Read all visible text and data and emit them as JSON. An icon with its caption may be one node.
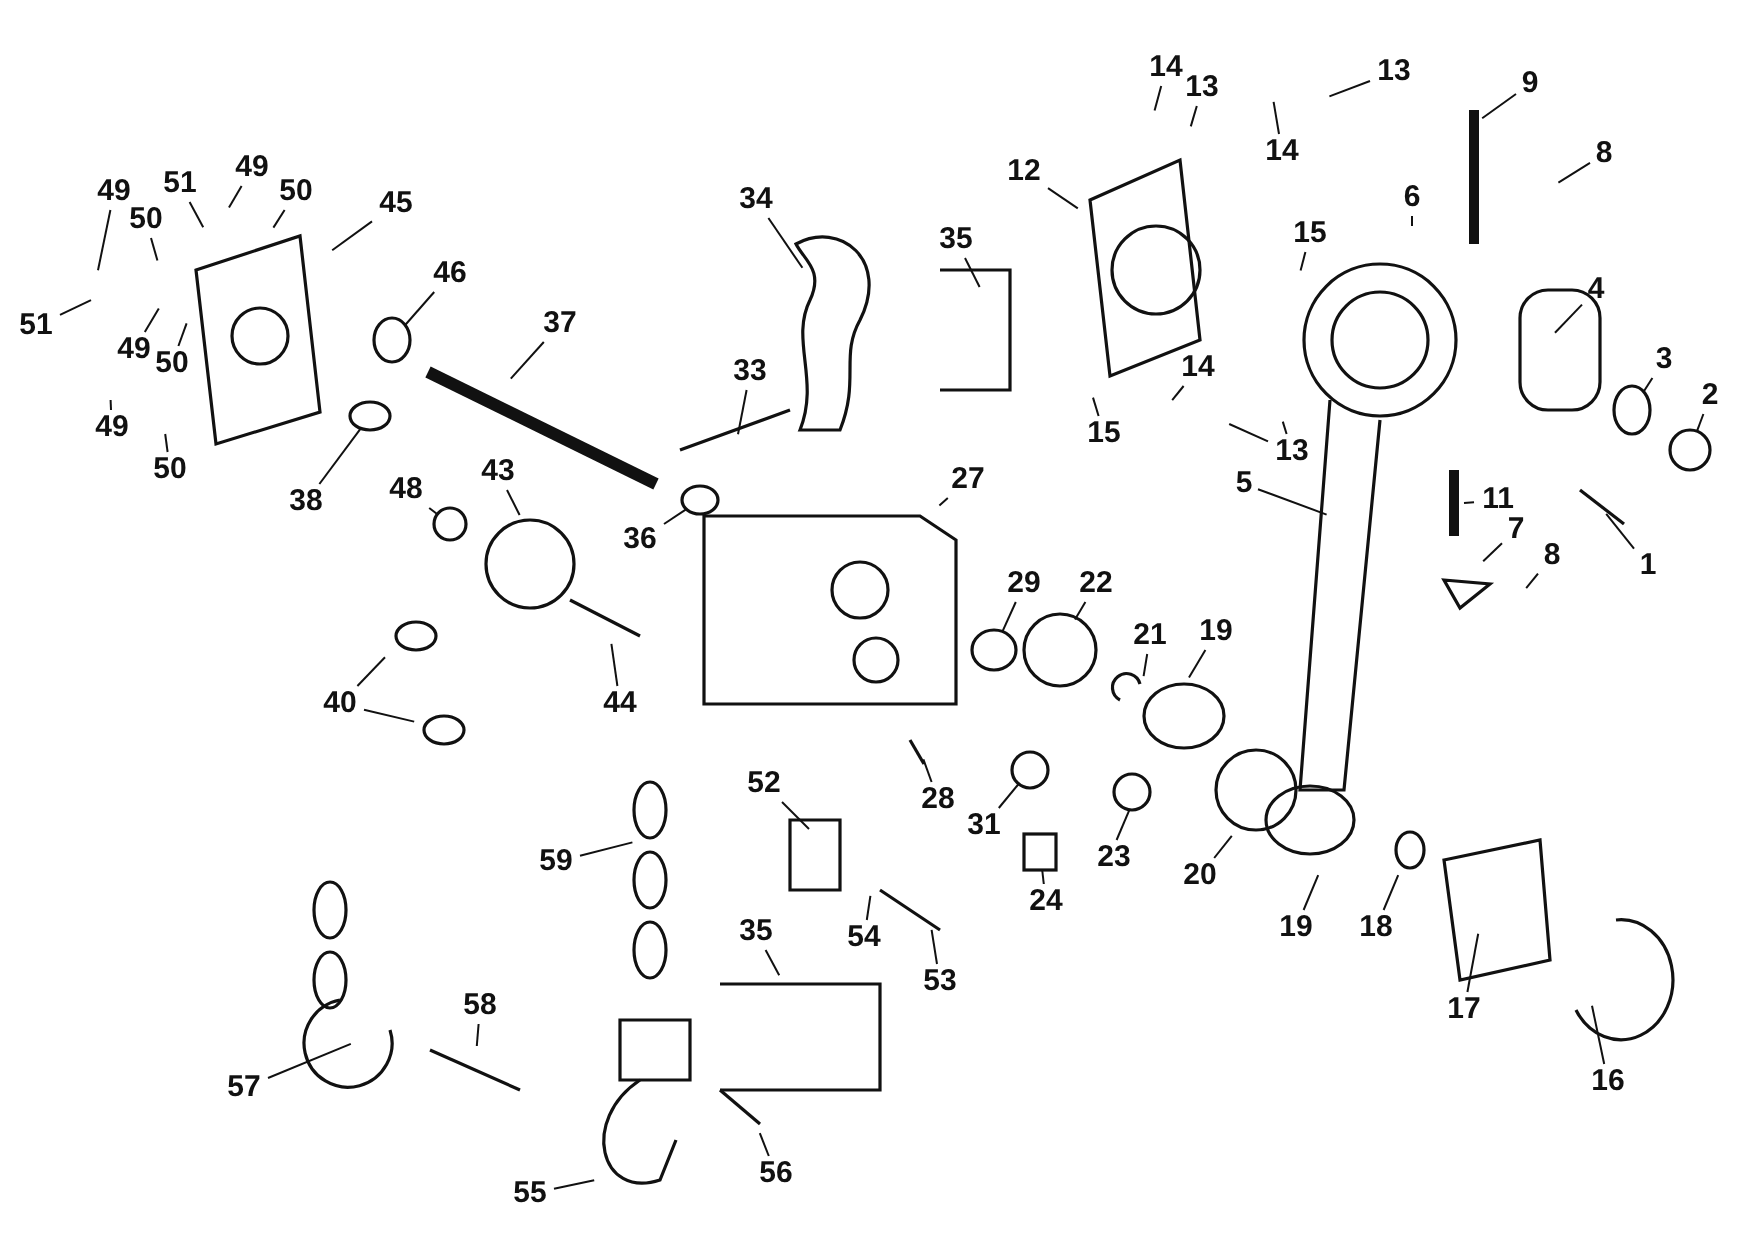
{
  "diagram": {
    "nodes": [
      {
        "text": [
          "49"
        ]
      },
      {
        "text": [
          "50"
        ]
      },
      {
        "text": [
          "51"
        ]
      },
      {
        "text": [
          "49"
        ]
      },
      {
        "text": [
          "50"
        ]
      },
      {
        "text": [
          "45"
        ]
      },
      {
        "text": [
          "51"
        ]
      },
      {
        "text": [
          "49"
        ]
      },
      {
        "text": [
          "50"
        ]
      },
      {
        "text": [
          "49"
        ]
      },
      {
        "text": [
          "50"
        ]
      },
      {
        "text": [
          "46"
        ]
      },
      {
        "text": [
          "37"
        ]
      },
      {
        "text": [
          "38"
        ]
      },
      {
        "text": [
          "48"
        ]
      },
      {
        "text": [
          "43"
        ]
      },
      {
        "text": [
          "36"
        ]
      },
      {
        "text": [
          "33"
        ]
      },
      {
        "text": [
          "34"
        ]
      },
      {
        "text": [
          "35"
        ]
      },
      {
        "text": [
          "40"
        ]
      },
      {
        "text": [
          "44"
        ]
      },
      {
        "text": [
          "27"
        ]
      },
      {
        "text": [
          "29"
        ]
      },
      {
        "text": [
          "22"
        ]
      },
      {
        "text": [
          "21"
        ]
      },
      {
        "text": [
          "19"
        ]
      },
      {
        "text": [
          "28"
        ]
      },
      {
        "text": [
          "31"
        ]
      },
      {
        "text": [
          "23"
        ]
      },
      {
        "text": [
          "24"
        ]
      },
      {
        "text": [
          "20"
        ]
      },
      {
        "text": [
          "19"
        ]
      },
      {
        "text": [
          "18"
        ]
      },
      {
        "text": [
          "17"
        ]
      },
      {
        "text": [
          "16"
        ]
      },
      {
        "text": [
          "52"
        ]
      },
      {
        "text": [
          "54"
        ]
      },
      {
        "text": [
          "53"
        ]
      },
      {
        "text": [
          "59"
        ]
      },
      {
        "text": [
          "35"
        ]
      },
      {
        "text": [
          "58"
        ]
      },
      {
        "text": [
          "57"
        ]
      },
      {
        "text": [
          "56"
        ]
      },
      {
        "text": [
          "55"
        ]
      },
      {
        "text": [
          "14"
        ]
      },
      {
        "text": [
          "13"
        ]
      },
      {
        "text": [
          "13"
        ]
      },
      {
        "text": [
          "14"
        ]
      },
      {
        "text": [
          "12"
        ]
      },
      {
        "text": [
          "9"
        ]
      },
      {
        "text": [
          "8"
        ]
      },
      {
        "text": [
          "6"
        ]
      },
      {
        "text": [
          "15"
        ]
      },
      {
        "text": [
          "4"
        ]
      },
      {
        "text": [
          "3"
        ]
      },
      {
        "text": [
          "2"
        ]
      },
      {
        "text": [
          "14"
        ]
      },
      {
        "text": [
          "15"
        ]
      },
      {
        "text": [
          "13"
        ]
      },
      {
        "text": [
          "5"
        ]
      },
      {
        "text": [
          "11"
        ]
      },
      {
        "text": [
          "7"
        ]
      },
      {
        "text": [
          "8"
        ]
      },
      {
        "text": [
          "1"
        ]
      },
      {
        "text": [],
        "shape": "circle"
      },
      {
        "text": [],
        "shape": "circle"
      },
      {
        "text": [],
        "shape": "circle"
      },
      {
        "text": [],
        "shape": "circle"
      },
      {
        "text": [],
        "shape": "circle"
      },
      {
        "text": [],
        "shape": "circle"
      },
      {
        "text": [],
        "shape": "circle"
      },
      {
        "text": [],
        "shape": "box"
      },
      {
        "text": [],
        "shape": "circle"
      },
      {
        "text": [],
        "shape": "circle"
      }
    ],
    "edges": [
      {
        "from": 0,
        "to": null,
        "arrow": "none"
      },
      {
        "from": 1,
        "to": null,
        "arrow": "none"
      },
      {
        "from": 2,
        "to": null,
        "arrow": "none"
      },
      {
        "from": 3,
        "to": null,
        "arrow": "none"
      },
      {
        "from": 4,
        "to": null,
        "arrow": "none"
      },
      {
        "from": 5,
        "to": null,
        "arrow": "none"
      },
      {
        "from": 6,
        "to": null,
        "arrow": "none"
      },
      {
        "from": 7,
        "to": null,
        "arrow": "none"
      },
      {
        "from": 8,
        "to": null,
        "arrow": "none"
      },
      {
        "from": 9,
        "to": null,
        "arrow": "none"
      },
      {
        "from": 10,
        "to": null,
        "arrow": "none"
      },
      {
        "from": 11,
        "to": 65,
        "arrow": "none"
      },
      {
        "from": 12,
        "to": null,
        "arrow": "none"
      },
      {
        "from": 13,
        "to": 66,
        "arrow": "none"
      },
      {
        "from": 14,
        "to": 67,
        "arrow": "none"
      },
      {
        "from": 15,
        "to": null,
        "arrow": "none"
      },
      {
        "from": 16,
        "to": 68,
        "arrow": "none"
      },
      {
        "from": 17,
        "to": null,
        "arrow": "none"
      },
      {
        "from": 18,
        "to": null,
        "arrow": "none"
      },
      {
        "from": 19,
        "to": null,
        "arrow": "none"
      },
      {
        "from": 20,
        "to": null,
        "arrow": "none"
      },
      {
        "from": 21,
        "to": null,
        "arrow": "none"
      },
      {
        "from": 22,
        "to": null,
        "arrow": "none"
      },
      {
        "from": 23,
        "to": 69,
        "arrow": "none"
      },
      {
        "from": 24,
        "to": null,
        "arrow": "none"
      },
      {
        "from": 25,
        "to": null,
        "arrow": "none"
      },
      {
        "from": 26,
        "to": null,
        "arrow": "none"
      },
      {
        "from": 27,
        "to": null,
        "arrow": "none"
      },
      {
        "from": 28,
        "to": 70,
        "arrow": "none"
      },
      {
        "from": 29,
        "to": 71,
        "arrow": "none"
      },
      {
        "from": 30,
        "to": 72,
        "arrow": "none"
      },
      {
        "from": 31,
        "to": null,
        "arrow": "none"
      },
      {
        "from": 32,
        "to": null,
        "arrow": "none"
      },
      {
        "from": 33,
        "to": null,
        "arrow": "none"
      },
      {
        "from": 34,
        "to": null,
        "arrow": "none"
      },
      {
        "from": 35,
        "to": null,
        "arrow": "none"
      },
      {
        "from": 36,
        "to": null,
        "arrow": "none"
      },
      {
        "from": 37,
        "to": null,
        "arrow": "none"
      },
      {
        "from": 38,
        "to": null,
        "arrow": "none"
      },
      {
        "from": 39,
        "to": null,
        "arrow": "none"
      },
      {
        "from": 40,
        "to": null,
        "arrow": "none"
      },
      {
        "from": 41,
        "to": null,
        "arrow": "none"
      },
      {
        "from": 42,
        "to": null,
        "arrow": "none"
      },
      {
        "from": 43,
        "to": null,
        "arrow": "none"
      },
      {
        "from": 44,
        "to": null,
        "arrow": "none"
      },
      {
        "from": 45,
        "to": null,
        "arrow": "none"
      },
      {
        "from": 46,
        "to": null,
        "arrow": "none"
      },
      {
        "from": 47,
        "to": null,
        "arrow": "none"
      },
      {
        "from": 48,
        "to": null,
        "arrow": "none"
      },
      {
        "from": 49,
        "to": null,
        "arrow": "none"
      },
      {
        "from": 50,
        "to": null,
        "arrow": "none"
      },
      {
        "from": 51,
        "to": null,
        "arrow": "none"
      },
      {
        "from": 52,
        "to": null,
        "arrow": "none"
      },
      {
        "from": 53,
        "to": null,
        "arrow": "none"
      },
      {
        "from": 54,
        "to": null,
        "arrow": "none"
      },
      {
        "from": 55,
        "to": 73,
        "arrow": "none"
      },
      {
        "from": 56,
        "to": 74,
        "arrow": "none"
      },
      {
        "from": 57,
        "to": null,
        "arrow": "none"
      },
      {
        "from": 58,
        "to": null,
        "arrow": "none"
      },
      {
        "from": 59,
        "to": null,
        "arrow": "none"
      },
      {
        "from": 60,
        "to": null,
        "arrow": "none"
      },
      {
        "from": 61,
        "to": null,
        "arrow": "none"
      },
      {
        "from": 62,
        "to": null,
        "arrow": "none"
      },
      {
        "from": 63,
        "to": null,
        "arrow": "none"
      },
      {
        "from": 64,
        "to": null,
        "arrow": "none"
      },
      {
        "from": 20,
        "to": null,
        "arrow": "none"
      },
      {
        "from": 59,
        "to": null,
        "arrow": "none"
      }
    ]
  }
}
